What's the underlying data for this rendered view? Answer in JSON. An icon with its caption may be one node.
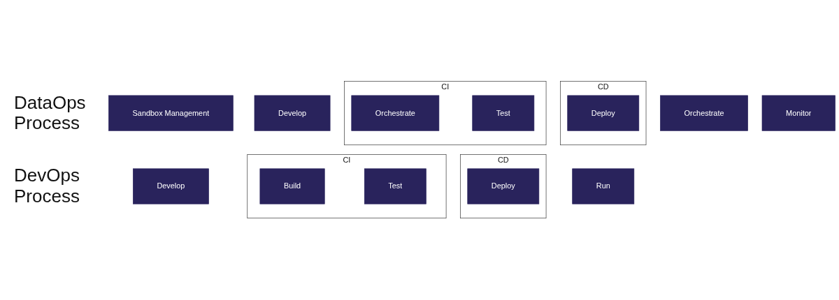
{
  "diagram": {
    "nodes": [
      {
        "text": [
          "Develop"
        ]
      },
      {
        "text": [
          "CI"
        ]
      },
      {
        "text": [
          "Build"
        ],
        "in": 1
      },
      {
        "text": [
          "Test"
        ],
        "in": 1
      },
      {
        "text": [
          "CD"
        ]
      },
      {
        "text": [
          "Deploy"
        ],
        "in": 4
      },
      {
        "text": [
          "Run"
        ]
      },
      {
        "text": [
          "Sandbox Management"
        ]
      },
      {
        "text": [
          "Develop"
        ]
      },
      {
        "text": [
          "CI"
        ]
      },
      {
        "text": [
          "Orchestrate"
        ],
        "in": 9
      },
      {
        "text": [
          "Test"
        ],
        "in": 9
      },
      {
        "text": [
          "CD"
        ]
      },
      {
        "text": [
          "Deploy"
        ],
        "in": 12
      },
      {
        "text": [
          "Orchestrate"
        ]
      },
      {
        "text": [
          "Monitor"
        ]
      }
    ],
    "edges": [],
    "labels": [
      "DevOps Process",
      "DataOps Process"
    ]
  }
}
